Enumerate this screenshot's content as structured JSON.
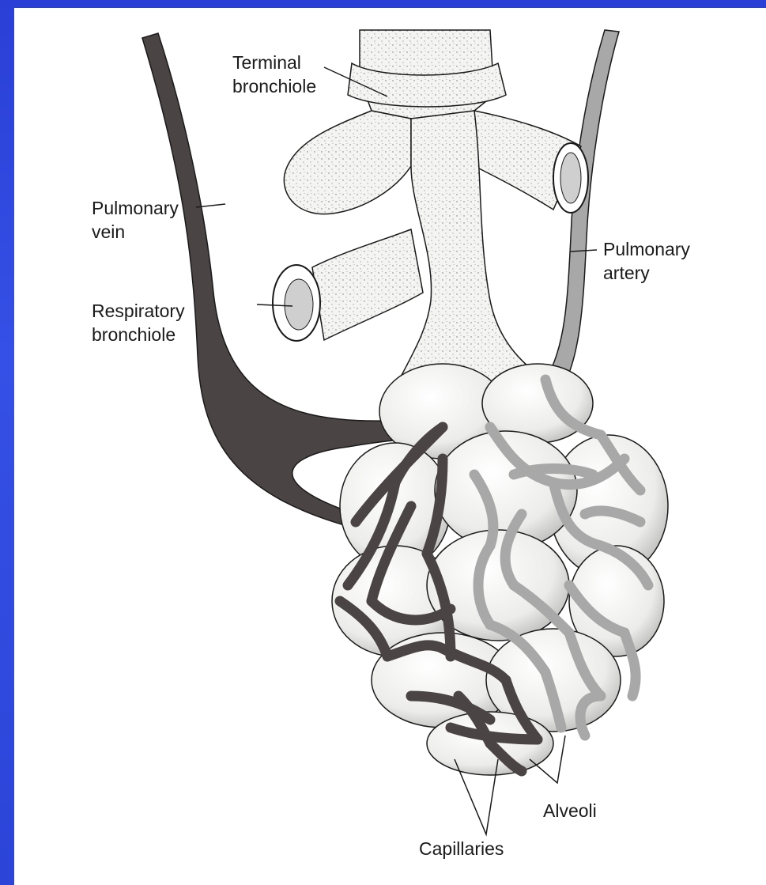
{
  "slide": {
    "title": ""
  },
  "labels": {
    "terminal_bronchiole": "Terminal\nbronchiole",
    "pulmonary_vein": "Pulmonary\nvein",
    "respiratory_bronchiole": "Respiratory\nbronchiole",
    "pulmonary_artery": "Pulmonary\nartery",
    "alveoli": "Alveoli",
    "capillaries": "Capillaries"
  },
  "colors": {
    "background": "#2c44d8",
    "title": "#ffff00",
    "panel": "#ffffff",
    "vein": "#4a4444",
    "artery": "#a8a8a8",
    "outline": "#1a1a1a"
  }
}
